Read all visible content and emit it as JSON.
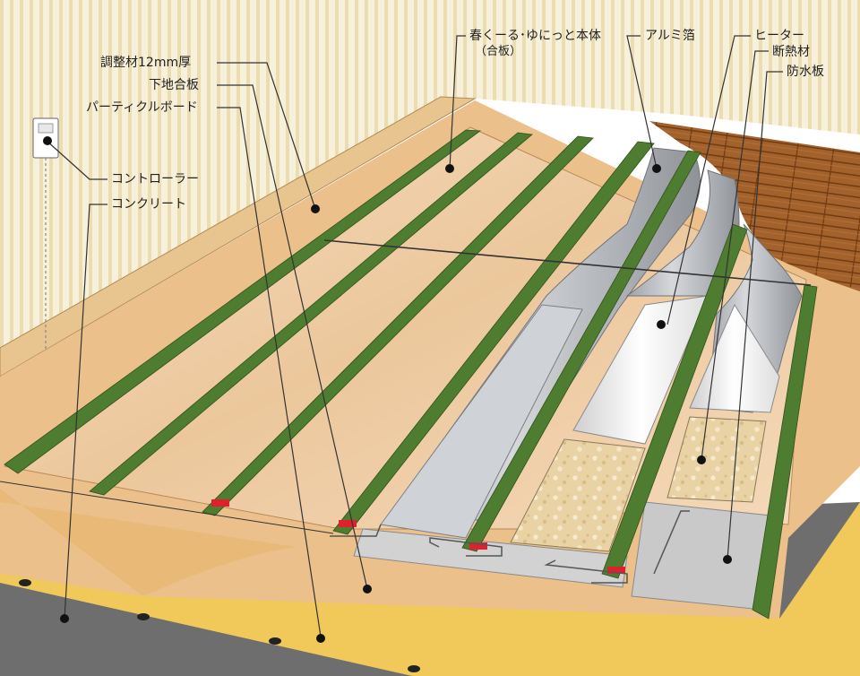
{
  "labels": {
    "adjuster": "調整材12mm厚",
    "subfloor": "下地合板",
    "particleboard": "パーティクルボード",
    "controller": "コントローラー",
    "concrete": "コンクリート",
    "product_main": "春くーる･ゆにっと本体",
    "product_sub": "（合板）",
    "aluminum_foil": "アルミ箔",
    "heater": "ヒーター",
    "insulation": "断熱材",
    "waterproof_board": "防水板"
  },
  "colors": {
    "wall": "#f7f0da",
    "wall_stripe": "#ead9ad",
    "baseboard": "#e6c38e",
    "plywood": "#ecc79c",
    "rail_green": "#4e7c30",
    "marker_red": "#e0202a",
    "foil": "#b3b6ba",
    "insulation_white": "#f1f1f1",
    "beige_fill": "#e6d0a1",
    "grey_board": "#c9c9c9",
    "concrete_yellow": "#f4cf5b",
    "wood_floor": "#9b5a26",
    "leader_line": "#333333"
  },
  "icons": {
    "controller": "controller-icon"
  }
}
